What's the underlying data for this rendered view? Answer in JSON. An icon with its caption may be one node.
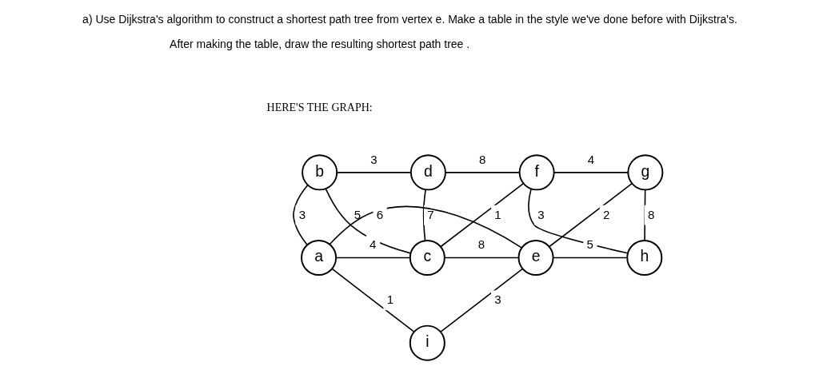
{
  "diagram": {
    "title": "a) Use Dijkstra's algorithm to construct a shortest path tree from vertex e. Make a table in the style we've done before with Dijkstra's.",
    "nodes": [
      {
        "text": [
          "b"
        ]
      },
      {
        "text": [
          "d"
        ]
      },
      {
        "text": [
          "f"
        ]
      },
      {
        "text": [
          "g"
        ]
      },
      {
        "text": [
          "a"
        ]
      },
      {
        "text": [
          "c"
        ]
      },
      {
        "text": [
          "e"
        ]
      },
      {
        "text": [
          "h"
        ]
      },
      {
        "text": [
          "i"
        ]
      }
    ],
    "edges": [
      {
        "from": 0,
        "to": 1,
        "arrow": "none",
        "label": "3"
      },
      {
        "from": 1,
        "to": 2,
        "arrow": "none",
        "label": "8"
      },
      {
        "from": 2,
        "to": 3,
        "arrow": "none",
        "label": "4"
      },
      {
        "from": 0,
        "to": 5,
        "arrow": "none",
        "label": "5"
      },
      {
        "from": 1,
        "to": 5,
        "arrow": "none",
        "label": "7"
      },
      {
        "from": 2,
        "to": 5,
        "arrow": "none",
        "label": "1"
      },
      {
        "from": 2,
        "to": 7,
        "arrow": "none",
        "label": "3"
      },
      {
        "from": 3,
        "to": 6,
        "arrow": "none",
        "label": "2"
      },
      {
        "from": 0,
        "to": 4,
        "arrow": "none",
        "label": "3"
      },
      {
        "from": 3,
        "to": 7,
        "arrow": "none",
        "label": "8"
      },
      {
        "from": 4,
        "to": 5,
        "arrow": "none",
        "label": "4"
      },
      {
        "from": 5,
        "to": 6,
        "arrow": "none",
        "label": "8"
      },
      {
        "from": 4,
        "to": 6,
        "arrow": "none",
        "label": "6"
      },
      {
        "from": 6,
        "to": 7,
        "arrow": "none",
        "label": "5"
      },
      {
        "from": 4,
        "to": 8,
        "arrow": "none",
        "label": "1"
      },
      {
        "from": 8,
        "to": 6,
        "arrow": "none",
        "label": "3"
      }
    ],
    "labels": [
      "After making the table, draw the resulting shortest path tree .",
      "HERE'S THE GRAPH:"
    ]
  }
}
